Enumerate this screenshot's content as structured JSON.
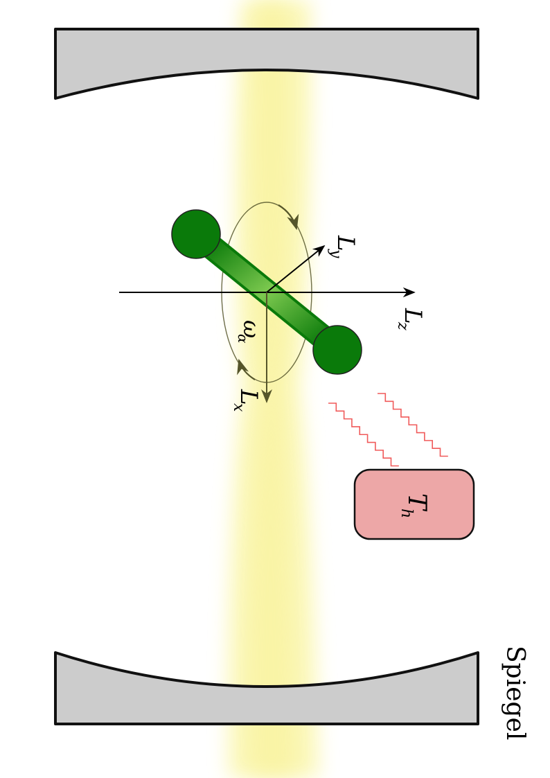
{
  "labels": {
    "lz": {
      "main": "L",
      "sub": "z"
    },
    "ly": {
      "main": "L",
      "sub": "y"
    },
    "lx": {
      "main": "L",
      "sub": "x"
    },
    "omega": {
      "main": "ω",
      "sub": "α"
    },
    "th": {
      "main": "T",
      "sub": "h"
    },
    "mirror": "Spiegel"
  },
  "colors": {
    "beam": "#f8f4a8",
    "mirror_fill": "#cccccc",
    "rotor": "#0a7a0a",
    "rotor_rod_light": "#6fc24a",
    "heat_source_fill": "#eda7a7",
    "heat_wave": "#f05a5a",
    "arrow": "#000000",
    "ellipse": "#6b6b3a"
  }
}
